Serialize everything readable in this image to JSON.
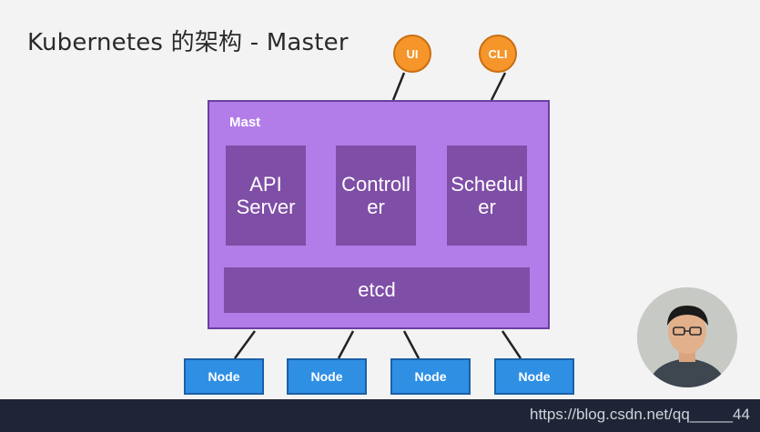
{
  "title": "Kubernetes 的架构 - Master",
  "clients": [
    "UI",
    "CLI"
  ],
  "master": {
    "label": "Mast",
    "components": [
      {
        "line1": "API",
        "line2": "Server"
      },
      {
        "line1": "Controll",
        "line2": "er"
      },
      {
        "line1": "Schedul",
        "line2": "er"
      }
    ],
    "store": "etcd"
  },
  "nodes": [
    "Node",
    "Node",
    "Node",
    "Node"
  ],
  "watermark": "https://blog.csdn.net/qq_____44",
  "colors": {
    "client_orange": "#f5952a",
    "master_purple": "#b27de8",
    "component_purple": "#7f4ea6",
    "node_blue": "#2f8fe3"
  }
}
